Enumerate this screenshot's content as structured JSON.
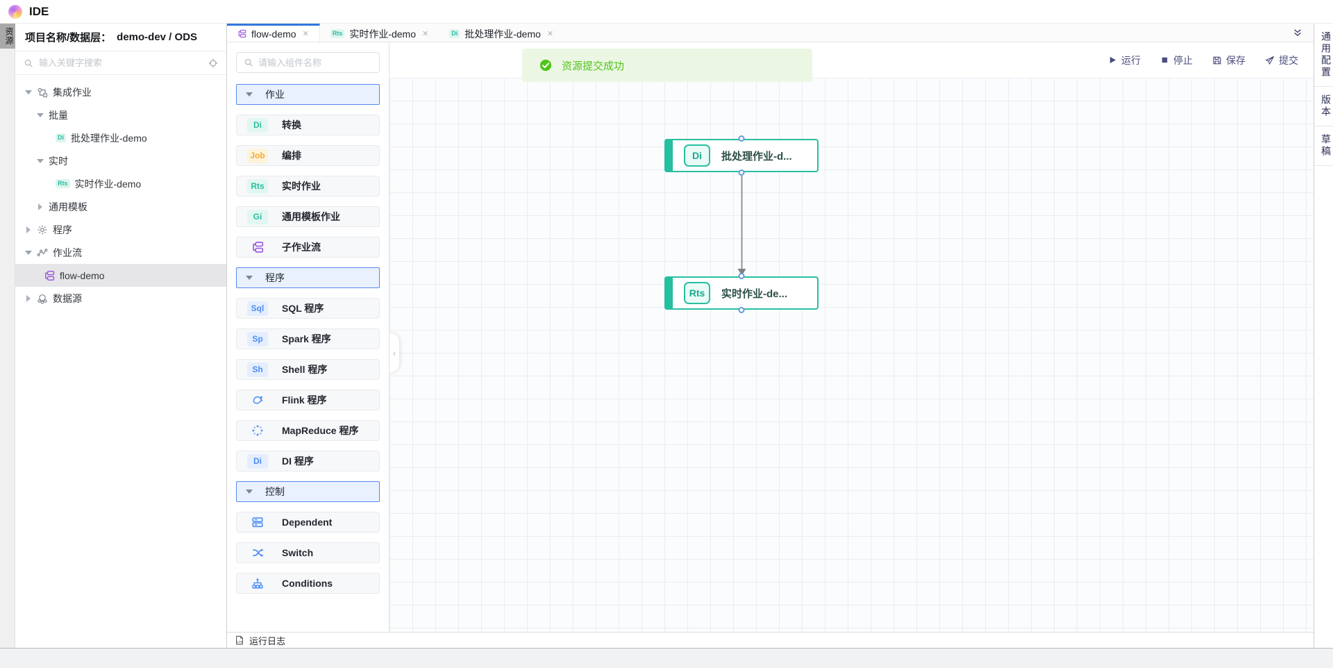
{
  "app": {
    "title": "IDE"
  },
  "left_rail": {
    "resources_tab": "资源"
  },
  "sidebar": {
    "header": {
      "label": "项目名称/数据层：",
      "value": "demo-dev / ODS"
    },
    "search": {
      "placeholder": "输入关键字搜索"
    },
    "tree": [
      {
        "label": "集成作业",
        "level": 0,
        "expander": "open",
        "icon": "integration-icon"
      },
      {
        "label": "批量",
        "level": 1,
        "expander": "open"
      },
      {
        "label": "批处理作业-demo",
        "level": 2,
        "badge": "Di"
      },
      {
        "label": "实时",
        "level": 1,
        "expander": "open"
      },
      {
        "label": "实时作业-demo",
        "level": 2,
        "badge": "Rts"
      },
      {
        "label": "通用模板",
        "level": 1,
        "expander": "closed"
      },
      {
        "label": "程序",
        "level": 0,
        "expander": "closed",
        "icon": "gear-icon"
      },
      {
        "label": "作业流",
        "level": 0,
        "expander": "open",
        "icon": "workflow-icon"
      },
      {
        "label": "flow-demo",
        "level": 1,
        "icon": "subflow-icon",
        "selected": true
      },
      {
        "label": "数据源",
        "level": 0,
        "expander": "closed",
        "icon": "datasource-icon"
      }
    ]
  },
  "tabs": [
    {
      "label": "flow-demo",
      "icon": "subflow-icon",
      "active": true
    },
    {
      "label": "实时作业-demo",
      "badge": "Rts",
      "active": false
    },
    {
      "label": "批处理作业-demo",
      "badge": "Di",
      "active": false
    }
  ],
  "palette": {
    "search_placeholder": "请输入组件名称",
    "sections": [
      {
        "title": "作业",
        "items": [
          {
            "label": "转换",
            "badge": "Di",
            "color": "teal"
          },
          {
            "label": "编排",
            "badge": "Job",
            "color": "yellow"
          },
          {
            "label": "实时作业",
            "badge": "Rts",
            "color": "teal"
          },
          {
            "label": "通用模板作业",
            "badge": "Gi",
            "color": "teal"
          },
          {
            "label": "子作业流",
            "icon": "subflow-icon"
          }
        ]
      },
      {
        "title": "程序",
        "items": [
          {
            "label": "SQL 程序",
            "badge": "Sql",
            "color": "blue"
          },
          {
            "label": "Spark 程序",
            "badge": "Sp",
            "color": "blue"
          },
          {
            "label": "Shell 程序",
            "badge": "Sh",
            "color": "blue"
          },
          {
            "label": "Flink 程序",
            "icon": "flink-icon"
          },
          {
            "label": "MapReduce 程序",
            "icon": "mapreduce-icon"
          },
          {
            "label": "DI 程序",
            "badge": "Di",
            "color": "blue"
          }
        ]
      },
      {
        "title": "控制",
        "items": [
          {
            "label": "Dependent",
            "icon": "dependent-icon"
          },
          {
            "label": "Switch",
            "icon": "switch-icon"
          },
          {
            "label": "Conditions",
            "icon": "conditions-icon"
          }
        ]
      }
    ]
  },
  "toolbar": {
    "run": "运行",
    "stop": "停止",
    "save": "保存",
    "submit": "提交"
  },
  "right_rail": {
    "items": [
      "通用配置",
      "版本",
      "草稿"
    ]
  },
  "canvas": {
    "toast": {
      "text": "资源提交成功"
    },
    "nodes": [
      {
        "badge": "Di",
        "label": "批处理作业-d..."
      },
      {
        "badge": "Rts",
        "label": "实时作业-de..."
      }
    ]
  },
  "bottom_bar": {
    "log_label": "运行日志"
  },
  "colors": {
    "accent_blue": "#3377dd",
    "teal": "#2abda0",
    "blue": "#4b8cf7",
    "yellow": "#efab3a",
    "purple": "#a05ce0",
    "success_green": "#52c41a",
    "toolbar_indigo": "#4b4e7e"
  }
}
